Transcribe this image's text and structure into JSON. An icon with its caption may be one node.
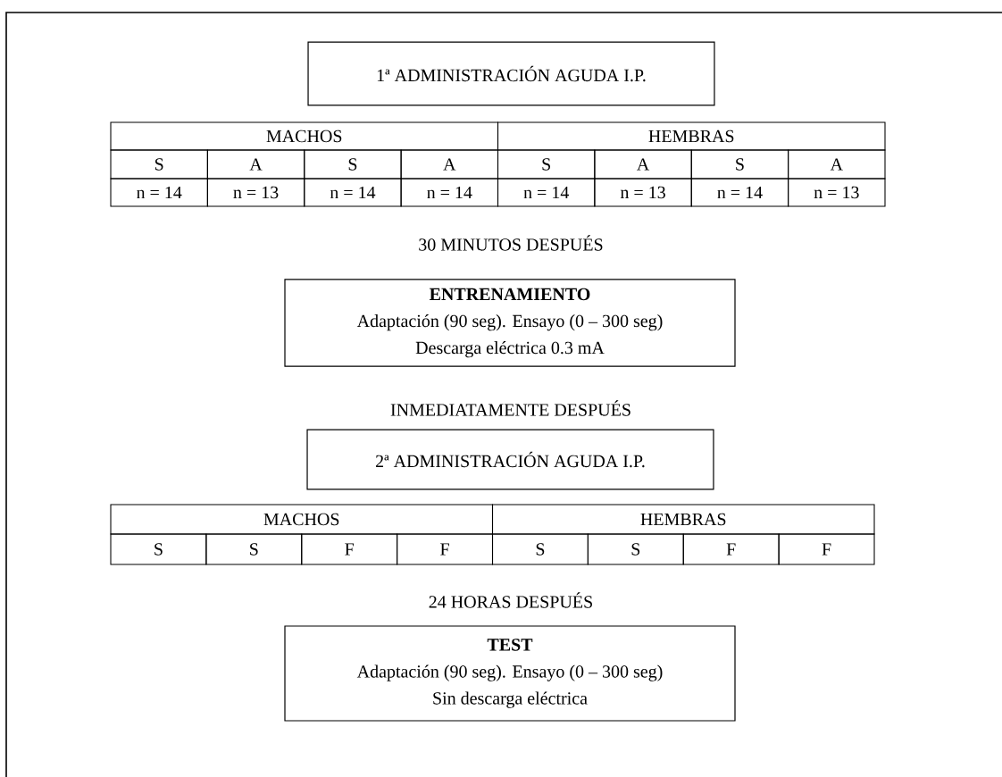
{
  "diagram": {
    "nodes": [
      {
        "text": [
          "1ª ADMINISTRACIÓN AGUDA I.P."
        ]
      },
      {
        "text": [
          "ENTRENAMIENTO",
          "Adaptación (90 seg). Ensayo (0 – 300 seg)",
          "Descarga eléctrica 0.3 mA"
        ]
      },
      {
        "text": [
          "2ª ADMINISTRACIÓN AGUDA I.P."
        ]
      },
      {
        "text": [
          "TEST",
          "Adaptación (90 seg). Ensayo (0 – 300 seg)",
          "Sin descarga eléctrica"
        ]
      }
    ],
    "labels": [
      "MACHOS",
      "HEMBRAS",
      "S",
      "A",
      "S",
      "A",
      "S",
      "A",
      "S",
      "A",
      "n = 14",
      "n = 13",
      "n = 14",
      "n = 14",
      "n = 14",
      "n = 13",
      "n = 14",
      "n = 13",
      "30 MINUTOS DESPUÉS",
      "INMEDIATAMENTE DESPUÉS",
      "MACHOS",
      "HEMBRAS",
      "S",
      "S",
      "F",
      "F",
      "S",
      "S",
      "F",
      "F",
      "24 HORAS DESPUÉS"
    ]
  }
}
